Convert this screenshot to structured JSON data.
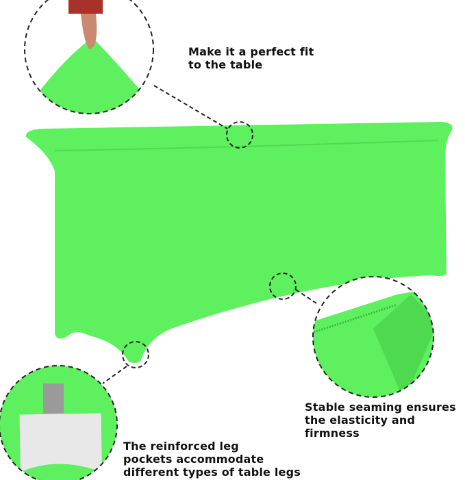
{
  "product": {
    "color": "#5ef05e",
    "shade_color": "#4fd94f",
    "pocket_color": "#e8e8e8",
    "leg_color": "#9a9a9a"
  },
  "callouts": [
    {
      "name": "fit",
      "lines": [
        "Make it a perfect fit",
        "to the table"
      ]
    },
    {
      "name": "seaming",
      "lines": [
        "Stable seaming ensures",
        "the elasticity and",
        "firmness"
      ]
    },
    {
      "name": "leg-pockets",
      "lines": [
        "The reinforced leg",
        "pockets accommodate",
        "different types of table legs"
      ]
    }
  ]
}
